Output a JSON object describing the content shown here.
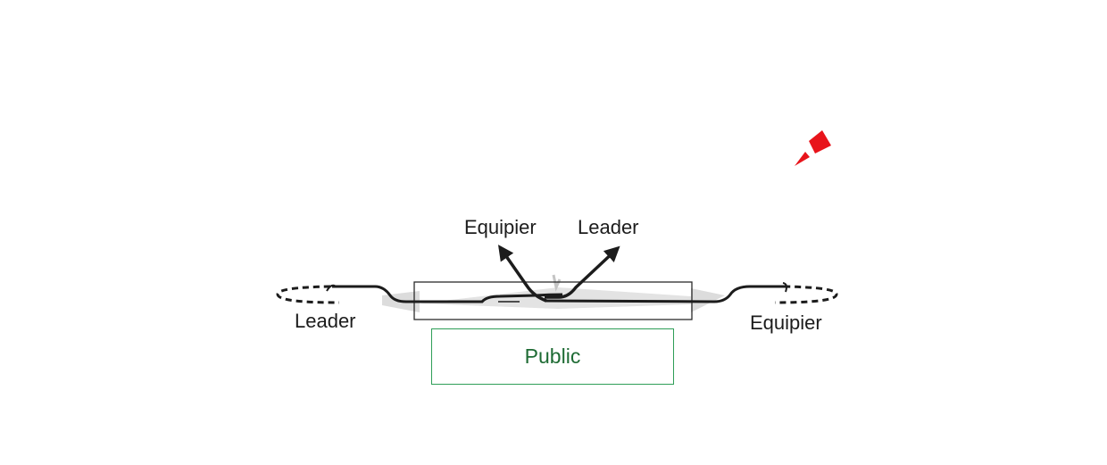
{
  "labels": {
    "top_left": "Equipier",
    "top_right": "Leader",
    "side_left": "Leader",
    "side_right": "Equipier",
    "public": "Public"
  },
  "colors": {
    "path": "#1c1c1c",
    "area": "#dadada",
    "public_border": "#2e9e57",
    "public_text": "#1e6b34",
    "marker": "#e8141b"
  },
  "icons": {
    "marker": "red-direction-marker-icon"
  }
}
